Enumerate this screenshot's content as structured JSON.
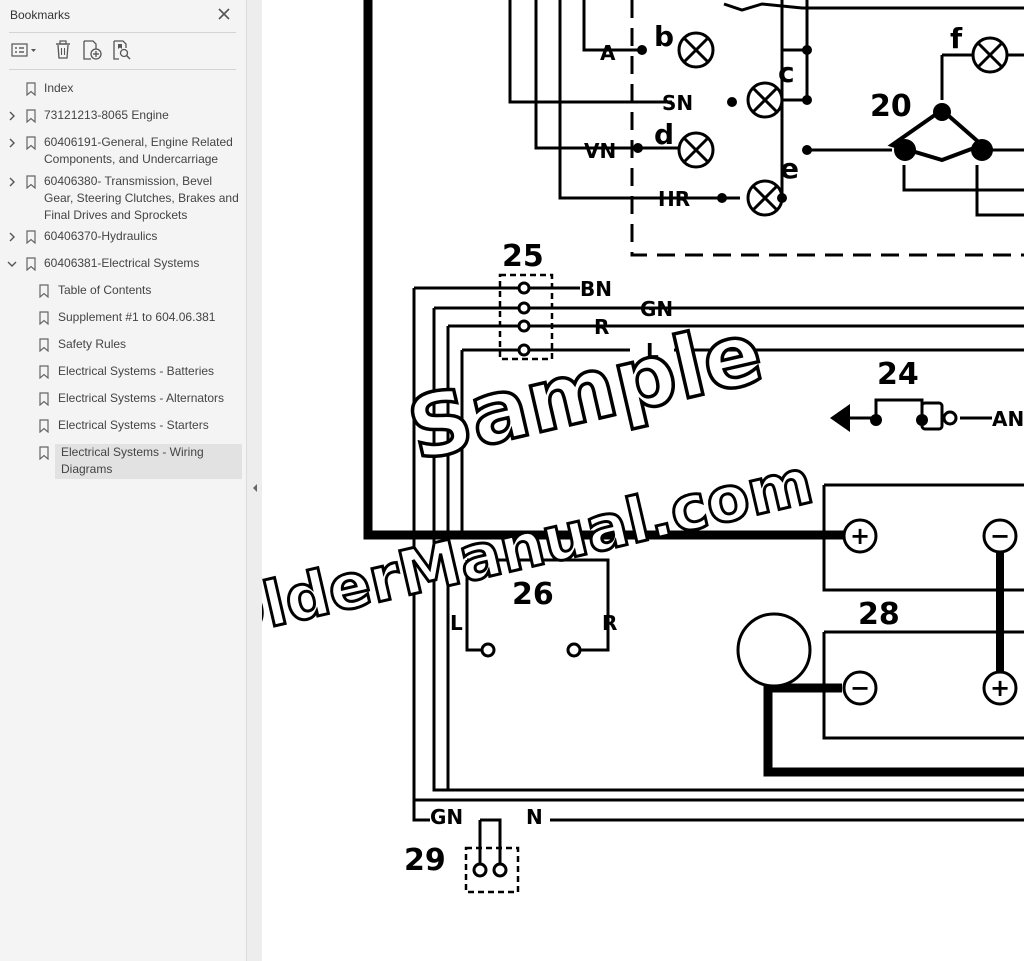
{
  "sidebar": {
    "title": "Bookmarks",
    "items": [
      {
        "label": "Index",
        "level": 0,
        "expander": "none"
      },
      {
        "label": "73121213-8065 Engine",
        "level": 0,
        "expander": "collapsed"
      },
      {
        "label": "60406191-General, Engine Related Components, and Undercarriage",
        "level": 0,
        "expander": "collapsed"
      },
      {
        "label": "60406380- Transmission, Bevel Gear, Steering Clutches, Brakes and Final Drives and Sprockets",
        "level": 0,
        "expander": "collapsed"
      },
      {
        "label": "60406370-Hydraulics",
        "level": 0,
        "expander": "collapsed"
      },
      {
        "label": "60406381-Electrical Systems",
        "level": 0,
        "expander": "expanded"
      },
      {
        "label": "Table of Contents",
        "level": 1,
        "expander": "none"
      },
      {
        "label": "Supplement #1 to 604.06.381",
        "level": 1,
        "expander": "none"
      },
      {
        "label": "Safety Rules",
        "level": 1,
        "expander": "none"
      },
      {
        "label": "Electrical Systems - Batteries",
        "level": 1,
        "expander": "none"
      },
      {
        "label": "Electrical Systems - Alternators",
        "level": 1,
        "expander": "none"
      },
      {
        "label": "Electrical Systems - Starters",
        "level": 1,
        "expander": "none"
      },
      {
        "label": "Electrical Systems - Wiring Diagrams",
        "level": 1,
        "expander": "none",
        "selected": true
      }
    ]
  },
  "toolbar": {
    "icons": [
      "options-menu-icon",
      "delete-bookmark-icon",
      "new-bookmark-icon",
      "bookmark-search-icon"
    ]
  },
  "diagram": {
    "components": [
      "20",
      "24",
      "25",
      "26",
      "28",
      "29"
    ],
    "wires": {
      "a": "A",
      "sn": "SN",
      "vn": "VN",
      "hr": "HR",
      "bn": "BN",
      "gn": "GN",
      "r": "R",
      "l": "L",
      "n": "N",
      "an": "AN"
    },
    "lamps": {
      "b": "b",
      "c": "c",
      "d": "d",
      "e": "e",
      "f": "f"
    },
    "plus": "+",
    "minus": "−",
    "lamp_x": "x",
    "side_l": "L",
    "side_r": "R"
  },
  "watermark": {
    "line1": "Sample",
    "line2": "OlderManual.com"
  },
  "colors": {
    "sidebar_bg": "#f4f4f4",
    "selected_bg": "#e2e2e2",
    "text": "#444444",
    "viewer_bg": "#ededed"
  }
}
